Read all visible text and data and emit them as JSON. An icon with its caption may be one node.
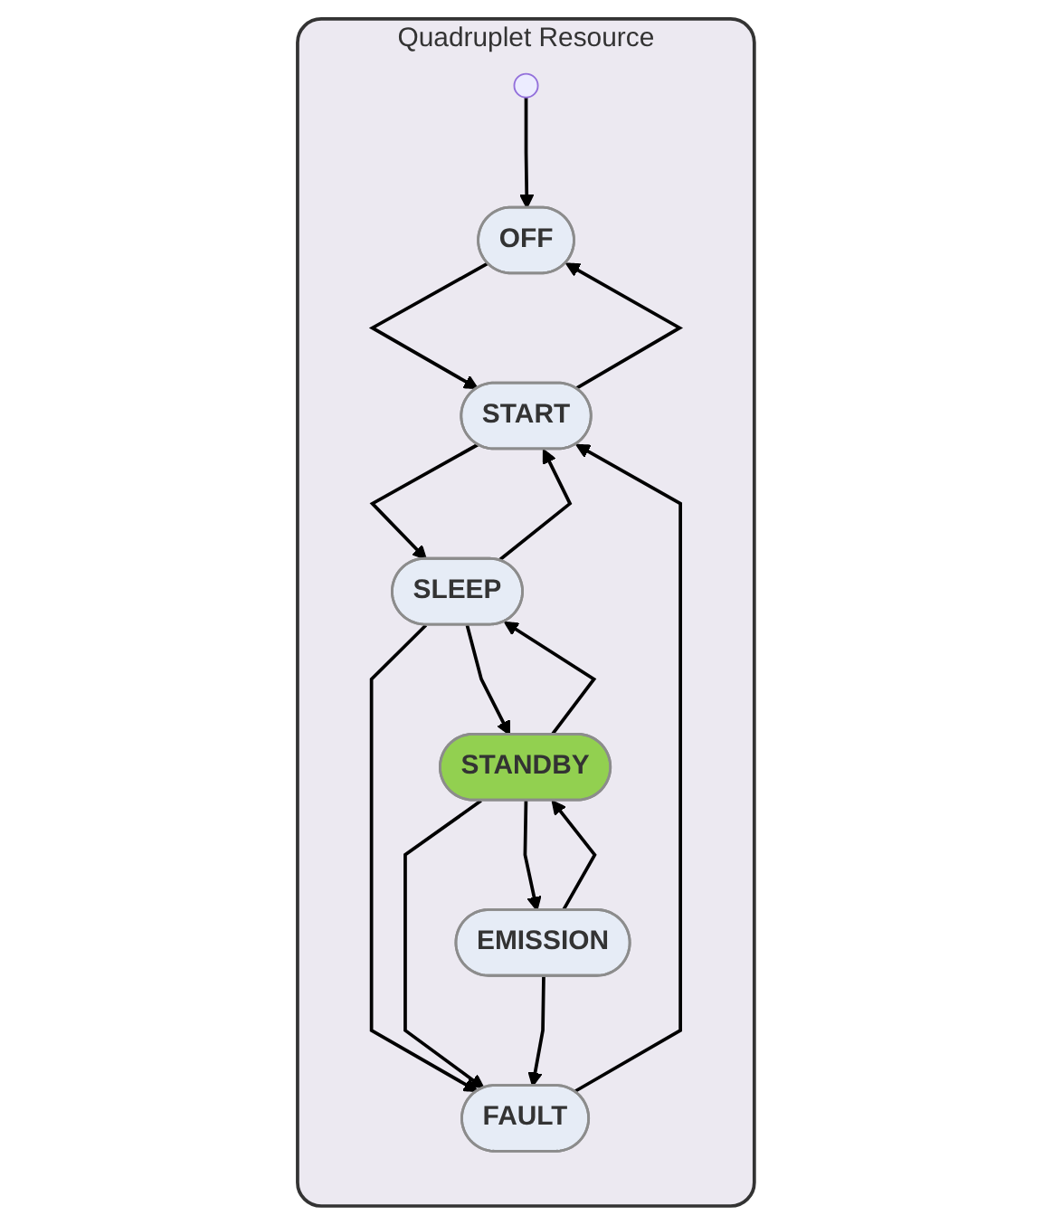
{
  "diagram": {
    "nodes": [
      {
        "text": [
          "Quadruplet Resource"
        ]
      },
      {
        "text": [],
        "shape": "circle",
        "in": 0
      },
      {
        "text": [
          "OFF"
        ],
        "in": 0
      },
      {
        "text": [
          "FAULT"
        ],
        "in": 0
      },
      {
        "text": [
          "START"
        ],
        "in": 0
      },
      {
        "text": [
          "SLEEP"
        ],
        "in": 0
      },
      {
        "text": [
          "STANDBY"
        ],
        "in": 0
      },
      {
        "text": [
          "EMISSION"
        ],
        "in": 0
      }
    ],
    "edges": [
      {
        "from": 1,
        "to": 2,
        "arrow": "to"
      },
      {
        "from": 2,
        "to": 4,
        "arrow": "to"
      },
      {
        "from": 4,
        "to": 2,
        "arrow": "to"
      },
      {
        "from": 3,
        "to": 4,
        "arrow": "to"
      },
      {
        "from": 4,
        "to": 5,
        "arrow": "to"
      },
      {
        "from": 5,
        "to": 4,
        "arrow": "to"
      },
      {
        "from": 5,
        "to": 6,
        "arrow": "to"
      },
      {
        "from": 6,
        "to": 5,
        "arrow": "to"
      },
      {
        "from": 6,
        "to": 7,
        "arrow": "to"
      },
      {
        "from": 7,
        "to": 6,
        "arrow": "to"
      },
      {
        "from": 5,
        "to": 3,
        "arrow": "to"
      },
      {
        "from": 6,
        "to": 3,
        "arrow": "to"
      },
      {
        "from": 7,
        "to": 3,
        "arrow": "to"
      }
    ]
  }
}
